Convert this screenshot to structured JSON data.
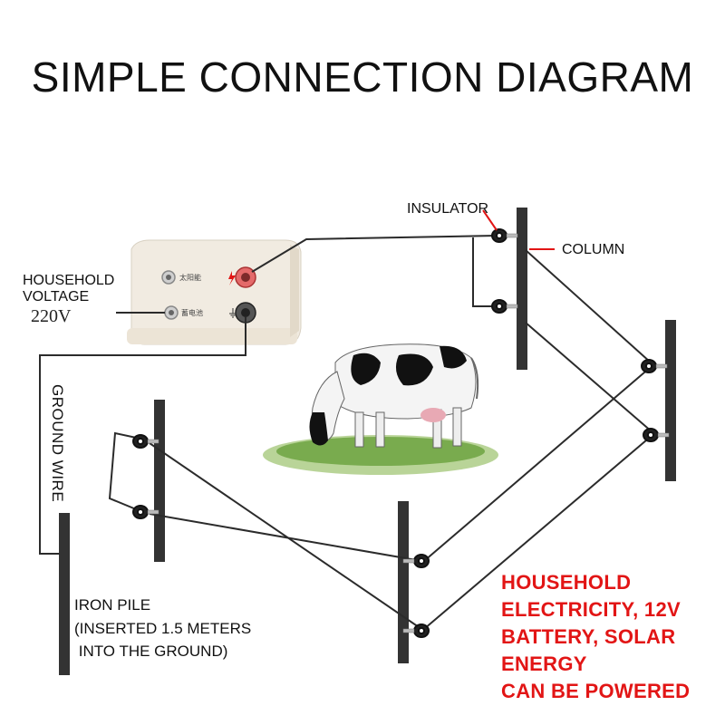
{
  "title": "SIMPLE CONNECTION DIAGRAM",
  "labels": {
    "insulator": "INSULATOR",
    "column": "COLUMN",
    "household_voltage_line1": "HOUSEHOLD",
    "household_voltage_line2": "VOLTAGE",
    "voltage_value": "220V",
    "ground_wire": "GROUND WIRE",
    "iron_pile_line1": "IRON PILE",
    "iron_pile_line2": "(INSERTED 1.5 METERS",
    "iron_pile_line3": " INTO THE GROUND)"
  },
  "energizer": {
    "terminal_solar": "太阳能",
    "terminal_battery": "蓄电池"
  },
  "power_note": {
    "line1": "HOUSEHOLD",
    "line2": "ELECTRICITY, 12V",
    "line3": "BATTERY, SOLAR",
    "line4": "ENERGY",
    "line5": "CAN BE POWERED"
  },
  "colors": {
    "wire": "#2b2b2b",
    "post": "#333333",
    "pointer": "#e21515",
    "power_text": "#e21515",
    "energizer_body": "#f1ebe1"
  }
}
